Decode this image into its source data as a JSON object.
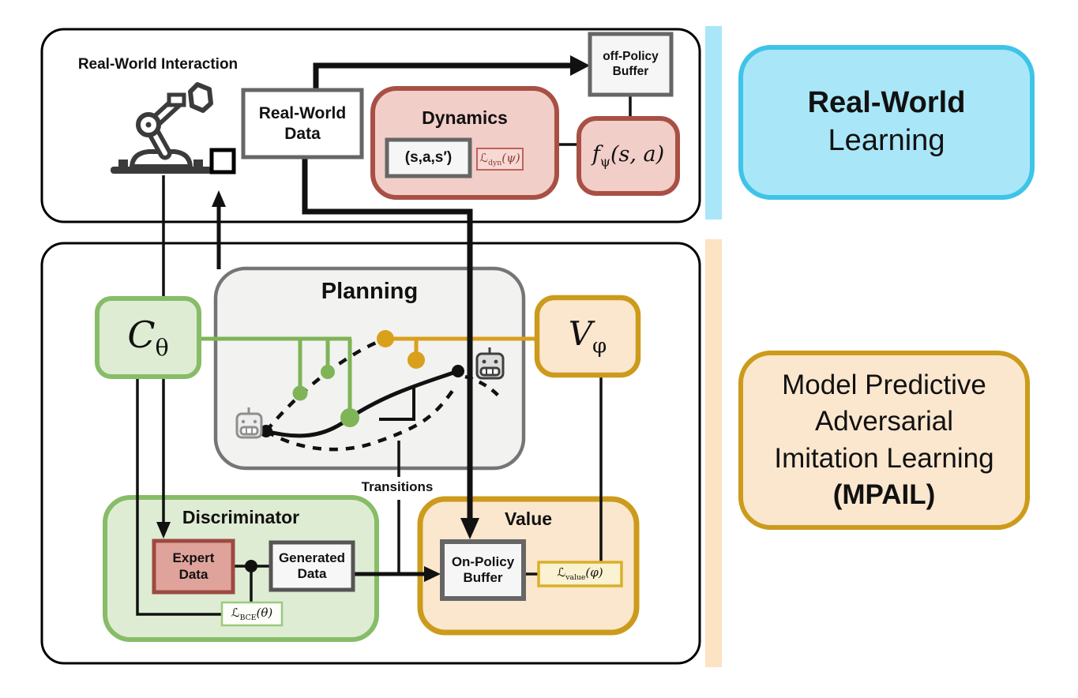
{
  "top_section": {
    "interaction_label": "Real-World Interaction",
    "real_world_data": {
      "line1": "Real-World",
      "line2": "Data"
    },
    "off_policy_buffer": {
      "line1": "off-Policy",
      "line2": "Buffer"
    },
    "dynamics": {
      "title": "Dynamics",
      "tuple_label": "(s,a,s′)",
      "loss": {
        "base": "ℒ",
        "sub": "dyn",
        "args": "(ψ)"
      }
    },
    "dynamics_model": {
      "base": "f",
      "sub": "ψ",
      "args": "(s, a)"
    }
  },
  "side_labels": {
    "real_world_learning": {
      "line1": "Real-World",
      "line2": "Learning"
    },
    "mpail": {
      "line1": "Model Predictive",
      "line2": "Adversarial",
      "line3": "Imitation Learning",
      "line4": "(MPAIL)"
    }
  },
  "bottom_section": {
    "cost_model": {
      "base": "C",
      "sub": "θ"
    },
    "value_model": {
      "base": "V",
      "sub": "φ"
    },
    "planning_title": "Planning",
    "transitions_label": "Transitions",
    "discriminator": {
      "title": "Discriminator",
      "expert_data": {
        "line1": "Expert",
        "line2": "Data"
      },
      "generated_data": {
        "line1": "Generated",
        "line2": "Data"
      },
      "loss": {
        "base": "ℒ",
        "sub": "BCE",
        "args": "(θ)"
      }
    },
    "value": {
      "title": "Value",
      "on_policy_buffer": {
        "line1": "On-Policy",
        "line2": "Buffer"
      },
      "loss": {
        "base": "ℒ",
        "sub": "value",
        "args": "(φ)"
      }
    }
  },
  "icons": [
    "robot-arm-icon",
    "cube-icon",
    "robot-head-icon",
    "robot-head-icon"
  ],
  "colors": {
    "cyan_fill": "#A9E7F8",
    "cyan_border": "#3FC4E8",
    "orange_fill": "#FBE7CE",
    "orange_border": "#CC9B1C",
    "orange_strip": "#FCE3C3",
    "orange_line": "#D9A01C",
    "value_loss_fill": "#FAF2D0",
    "value_loss_border": "#D9B02A",
    "green_fill": "#DEECD3",
    "green_border": "#87BC68",
    "green_line": "#7FB457",
    "red_fill": "#F2CEC9",
    "red_border": "#A85045",
    "expert_fill": "#DFA39B",
    "expert_border": "#9C4A41",
    "loss_dyn_text": "#8E3B33",
    "planning_fill": "#F2F2F1",
    "planning_border": "#757575",
    "box_gray_border": "#666666",
    "light_box_fill": "#F6F6F6",
    "ink": "#111111"
  }
}
